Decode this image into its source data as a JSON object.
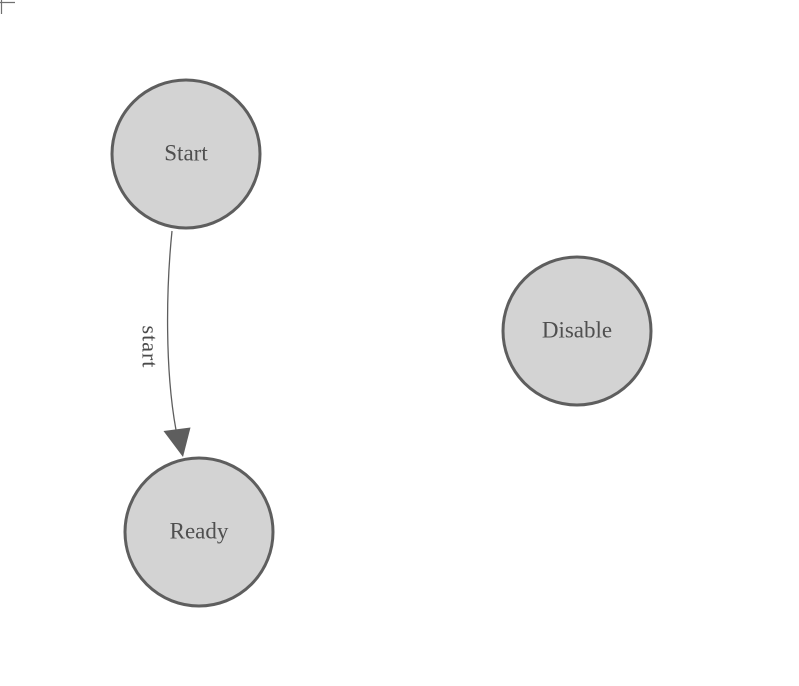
{
  "diagram": {
    "type": "state-machine",
    "nodes": [
      {
        "id": "start",
        "label": "Start"
      },
      {
        "id": "ready",
        "label": "Ready"
      },
      {
        "id": "disable",
        "label": "Disable"
      }
    ],
    "edges": [
      {
        "from": "start",
        "to": "ready",
        "label": "start"
      }
    ]
  },
  "colors": {
    "background": "#ffffff",
    "node_fill": "#d3d3d3",
    "node_stroke": "#5e5e5e",
    "node_label": "#4f4f4f",
    "edge_stroke": "#5e5e5e",
    "edge_label": "#4a4a4a",
    "corner_mark": "#707070"
  }
}
